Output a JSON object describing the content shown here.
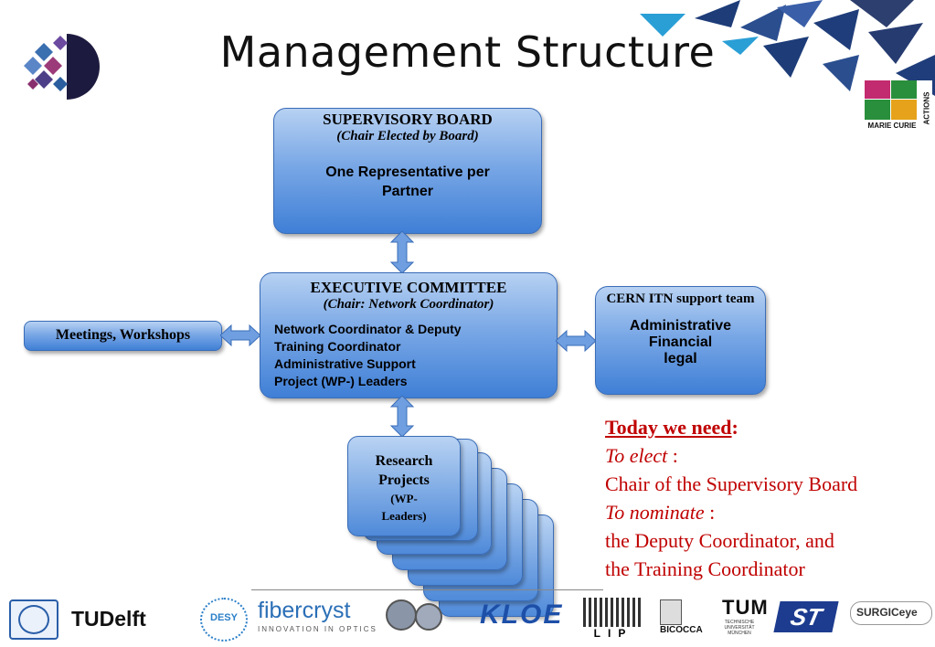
{
  "slide": {
    "title": "Management Structure"
  },
  "supervisory_board": {
    "title": "SUPERVISORY BOARD",
    "subtitle": "(Chair Elected by Board)",
    "body": "One Representative per Partner"
  },
  "executive_committee": {
    "title": "EXECUTIVE COMMITTEE",
    "subtitle": "(Chair: Network Coordinator)",
    "members": [
      "Network Coordinator & Deputy",
      "Training Coordinator",
      "Administrative Support",
      "Project (WP-) Leaders"
    ]
  },
  "meetings": {
    "label": "Meetings, Workshops"
  },
  "cern_support": {
    "title": "CERN ITN support team",
    "lines": [
      "Administrative",
      "Financial",
      "legal"
    ]
  },
  "research": {
    "line1": "Research",
    "line2": "Projects",
    "line3": "(WP-",
    "line4": "Leaders)"
  },
  "today": {
    "heading": "Today we need",
    "colon": ":",
    "elect_label": "To elect",
    "elect_colon": " :",
    "elect_item": "Chair of the Supervisory Board",
    "nominate_label": "To nominate",
    "nominate_colon": " :",
    "nominate_item1": "the Deputy Coordinator, and",
    "nominate_item2": "the Training Coordinator"
  },
  "badge": {
    "text": "MARIE CURIE",
    "side_text": "ACTIONS"
  },
  "logos": {
    "tudelft": "TUDelft",
    "desy": "DESY",
    "fibercryst": "fibercryst",
    "fibercryst_tag": "INNOVATION IN OPTICS",
    "kloe": "KLOE",
    "lip": "LIP",
    "bicocca": "BICOCCA",
    "tum": "TUM",
    "tum_sub": "TECHNISCHE UNIVERSITÄT MÜNCHEN",
    "st": "ST",
    "surgiceye": "SURGICeye"
  },
  "colors": {
    "box_top": "#b7d1f2",
    "box_bottom": "#3f7fd6",
    "accent_text": "#c00000",
    "title": "#111111"
  }
}
